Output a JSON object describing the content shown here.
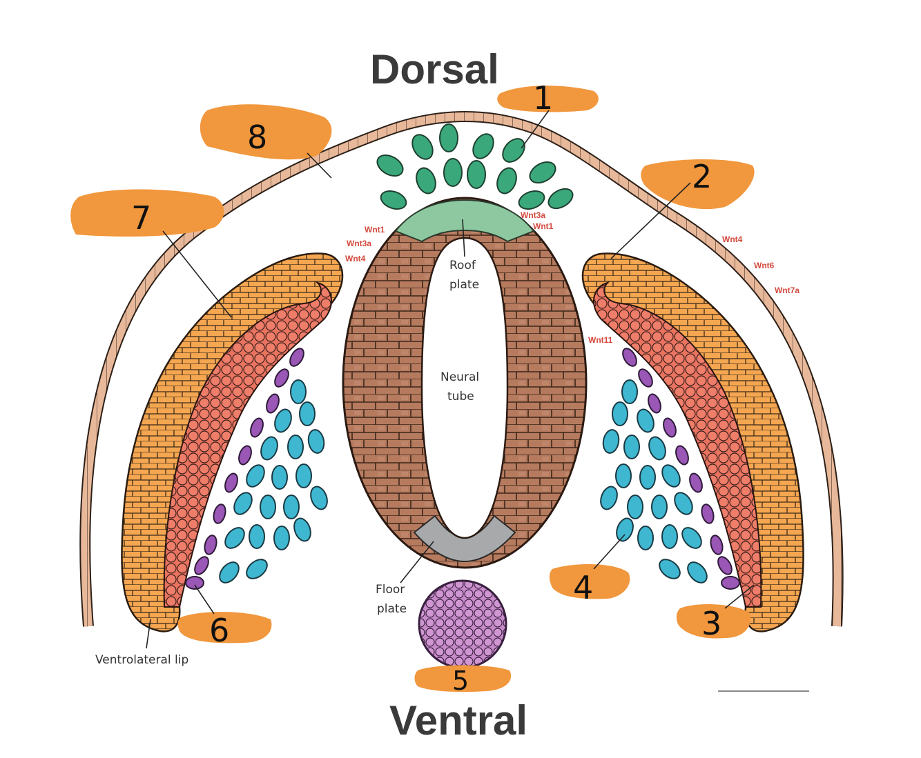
{
  "titles": {
    "dorsal": "Dorsal",
    "ventral": "Ventral"
  },
  "labels": {
    "roof_plate": [
      "Roof",
      "plate"
    ],
    "neural_tube": [
      "Neural",
      "tube"
    ],
    "floor_plate": [
      "Floor",
      "plate"
    ],
    "ventrolateral_lip": "Ventrolateral lip"
  },
  "wnt_left": [
    "Wnt1",
    "Wnt3a",
    "Wnt4"
  ],
  "wnt_roof": [
    "Wnt3a",
    "Wnt1"
  ],
  "wnt_right": [
    "Wnt4",
    "Wnt6",
    "Wnt7a"
  ],
  "wnt_dermo": "Wnt11",
  "numbers": [
    "1",
    "2",
    "3",
    "4",
    "5",
    "6",
    "7",
    "8"
  ],
  "colors": {
    "ectoderm": "#e8b89a",
    "neural_tube": "#b77c5e",
    "roof_plate": "#8cc9a0",
    "floor_plate": "#a9aaab",
    "neural_crest": "#3aa87a",
    "dermomyotome": "#f4a24e",
    "myotome": "#ea7462",
    "myoblasts": "#9a57b6",
    "sclerotome": "#3fb7d0",
    "notochord": "#c78ac9",
    "highlight": "#f1973d"
  }
}
